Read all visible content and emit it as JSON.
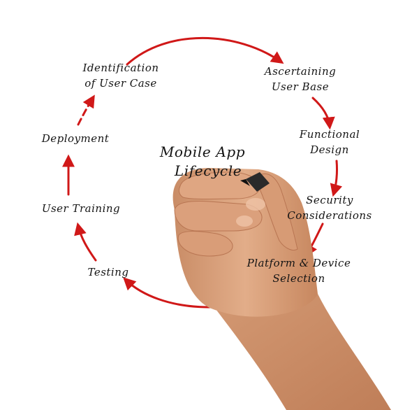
{
  "diagram": {
    "title": [
      "Mobile App",
      "Lifecycle"
    ],
    "steps": [
      {
        "lines": [
          "Identification",
          "of User Case"
        ]
      },
      {
        "lines": [
          "Ascertaining",
          "User Base"
        ]
      },
      {
        "lines": [
          "Functional",
          "Design"
        ]
      },
      {
        "lines": [
          "Security",
          "Considerations"
        ]
      },
      {
        "lines": [
          "Platform & Device",
          "Selection"
        ]
      },
      {
        "lines": [
          "Testing"
        ]
      },
      {
        "lines": [
          "User Training"
        ]
      },
      {
        "lines": [
          "Deployment"
        ]
      }
    ],
    "colors": {
      "arrow": "#d01818",
      "text": "#141414",
      "skin": "#d9a07a"
    }
  }
}
